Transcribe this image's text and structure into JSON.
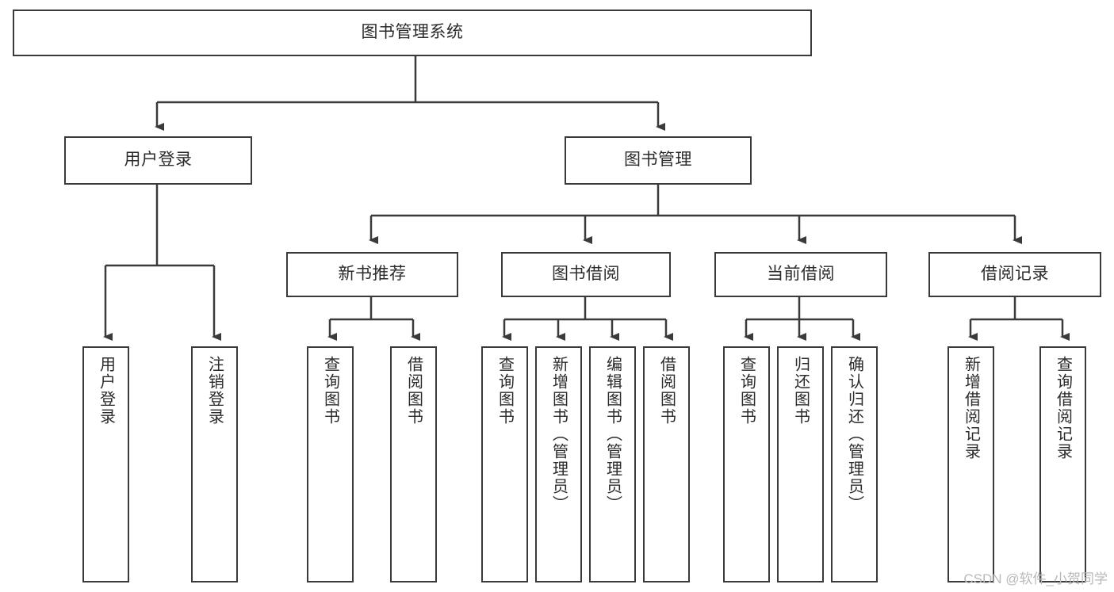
{
  "diagram": {
    "title": "图书管理系统",
    "type": "功能结构图",
    "background_color": "#ffffff",
    "line_color": "#3a3a3a",
    "text_color": "#2b2b2b",
    "root": {
      "id": "root",
      "label": "图书管理系统"
    },
    "level2": [
      {
        "id": "user-login",
        "label": "用户登录"
      },
      {
        "id": "book-manage",
        "label": "图书管理"
      }
    ],
    "level3": [
      {
        "id": "new-book-recommend",
        "label": "新书推荐"
      },
      {
        "id": "book-borrow",
        "label": "图书借阅"
      },
      {
        "id": "current-borrow",
        "label": "当前借阅"
      },
      {
        "id": "borrow-record",
        "label": "借阅记录"
      }
    ],
    "leaves": {
      "user_login": [
        {
          "id": "leaf-user-login",
          "label": "用户登录"
        },
        {
          "id": "leaf-logout-login",
          "label": "注销登录"
        }
      ],
      "new_book_recommend": [
        {
          "id": "leaf-query-book-1",
          "label": "查询图书"
        },
        {
          "id": "leaf-borrow-book-1",
          "label": "借阅图书"
        }
      ],
      "book_borrow": [
        {
          "id": "leaf-query-book-2",
          "label": "查询图书"
        },
        {
          "id": "leaf-add-book",
          "label": "新增图书（管理员）"
        },
        {
          "id": "leaf-edit-book",
          "label": "编辑图书（管理员）"
        },
        {
          "id": "leaf-borrow-book-2",
          "label": "借阅图书"
        }
      ],
      "current_borrow": [
        {
          "id": "leaf-query-book-3",
          "label": "查询图书"
        },
        {
          "id": "leaf-return-book",
          "label": "归还图书"
        },
        {
          "id": "leaf-confirm-return",
          "label": "确认归还（管理员）"
        }
      ],
      "borrow_record": [
        {
          "id": "leaf-add-record",
          "label": "新增借阅记录"
        },
        {
          "id": "leaf-query-record",
          "label": "查询借阅记录"
        }
      ]
    }
  },
  "watermark": {
    "text": "CSDN @软件_小贺同学"
  }
}
